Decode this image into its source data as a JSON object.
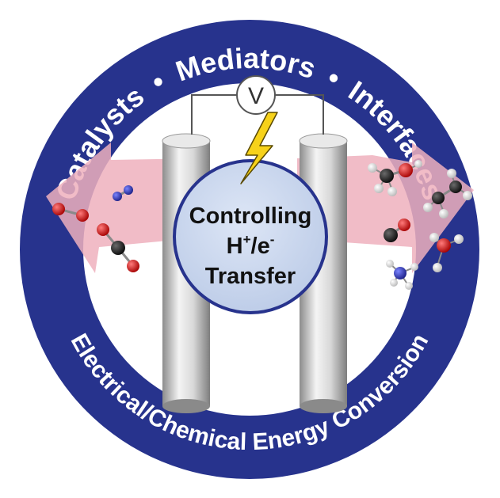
{
  "ring": {
    "top_left": "Catalysts",
    "top_center": "Mediators",
    "top_right": "Interfaces",
    "bottom": "Electrical/Chemical Energy Conversion",
    "separator": "•"
  },
  "voltmeter": {
    "label": "V"
  },
  "center": {
    "line1": "Controlling",
    "line2_base": "H",
    "line2_sup1": "+",
    "line2_mid": "/e",
    "line2_sup2": "-",
    "line3": "Transfer"
  },
  "colors": {
    "ring": "#27338d",
    "center_fill": "#c9d6ee",
    "center_stroke": "#27338d",
    "arrows": "#eeaab8",
    "bolt": "#f7d21a",
    "oxygen": "#cc1111",
    "carbon": "#1a1a1a",
    "nitrogen": "#2a2fa0",
    "hydrogen": "#eeeeee"
  },
  "molecules": {
    "left": [
      "O2",
      "N2",
      "CO2"
    ],
    "right": [
      "CH3OH",
      "C2H6",
      "CO",
      "H2O",
      "NH3"
    ]
  }
}
